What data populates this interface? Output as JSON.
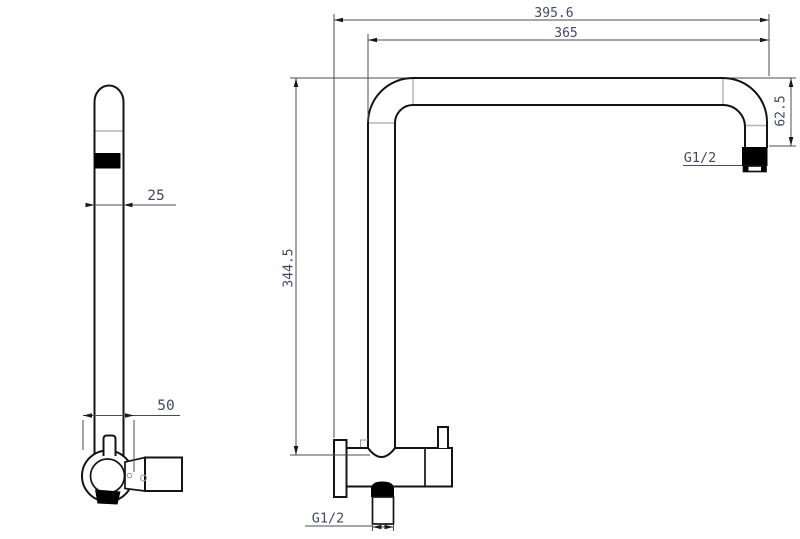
{
  "page": {
    "title": "Shower arm technical drawing, two orthographic views",
    "background": "#ffffff"
  },
  "drawing": {
    "views": {
      "side_view": "side profile view with wall flange, ball joint and outlet",
      "front_view": "front elevation of J-shaped riser arm with wall bracket"
    },
    "labels": {
      "overall_length": "395.6",
      "horizontal_arm_length": "365",
      "outlet_drop_height": "62.5",
      "riser_height": "344.5",
      "tube_width": "25",
      "wall_bracket_depth": "50",
      "outlet_thread": "G1/2",
      "inlet_thread": "G1/2"
    },
    "colors": {
      "outline": "#141414",
      "dimension_line": "#4d4d4d",
      "label_text": "#3e4a66",
      "seam_line": "#b5b5b5",
      "thread_fill": "#000000",
      "background": "#ffffff"
    }
  }
}
